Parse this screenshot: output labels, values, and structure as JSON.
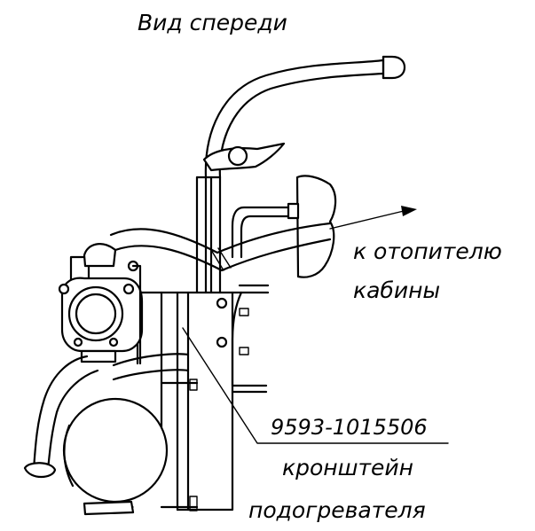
{
  "drawing": {
    "title": "Вид спереди",
    "heater_label_line1": "к отопителю",
    "heater_label_line2": "кабины",
    "part_number": "9593-1015506",
    "part_name_line1": "кронштейн",
    "part_name_line2": "подогревателя"
  }
}
